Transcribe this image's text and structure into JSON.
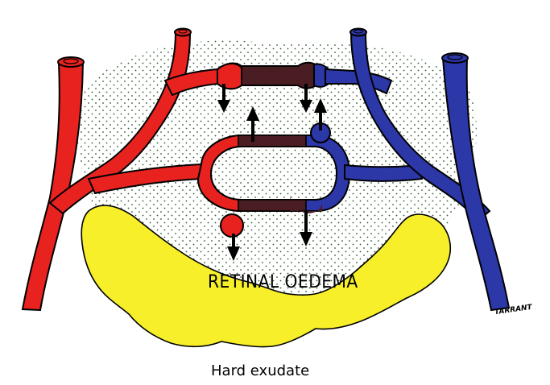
{
  "labels": {
    "oedema": "RETINAL OEDEMA",
    "exudate": "Hard exudate",
    "signature": "TARRANT"
  },
  "colors": {
    "artery": "#e8231f",
    "vein": "#2c37a8",
    "leak": "#4a1d22",
    "exudate": "#f7ef2a",
    "outline": "#000000",
    "stipple": "#2e5a2e"
  },
  "icons": {
    "arrow": "leak-arrow-icon"
  }
}
